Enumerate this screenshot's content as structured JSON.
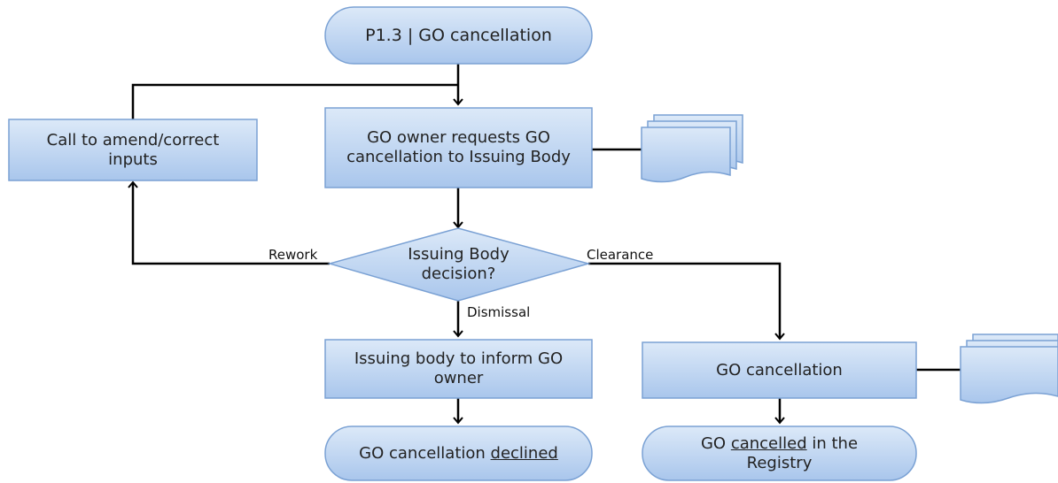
{
  "nodes": {
    "start": {
      "text": "P1.3 | GO cancellation"
    },
    "request": {
      "text": "GO owner requests GO cancellation to Issuing Body"
    },
    "amend": {
      "text": "Call to amend/correct inputs"
    },
    "decision": {
      "text": "Issuing Body decision?"
    },
    "inform": {
      "text": "Issuing body to inform GO owner"
    },
    "cancellation": {
      "text": "GO cancellation"
    },
    "declined": {
      "text_before": "GO cancellation ",
      "text_underlined": "declined",
      "text_after": ""
    },
    "cancelled": {
      "text_before": "GO ",
      "text_underlined": "cancelled",
      "text_after": " in the Registry"
    }
  },
  "edges": {
    "rework": "Rework",
    "clearance": "Clearance",
    "dismissal": "Dismissal"
  },
  "colors": {
    "box_fill_top": "#dce9f8",
    "box_fill_bottom": "#a9c6ec",
    "box_stroke": "#7aa1d4",
    "line": "#000000"
  }
}
